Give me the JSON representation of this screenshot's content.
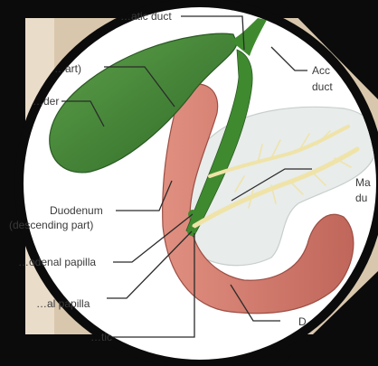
{
  "colors": {
    "background_texture": "#d9c7ad",
    "black_frame": "#0b0b0b",
    "inner_circle": "#ffffff",
    "gallbladder": "#4f8f3f",
    "bile_duct": "#3f8a2f",
    "duodenum": "#d27a6c",
    "pancreas": "#e8ecea",
    "pancreatic_ducts": "#efe3a8",
    "leader_line": "#2b2b2b",
    "label_text": "#3a3a3a"
  },
  "labels": {
    "top_duct": "…atic duct",
    "top_right_accessory": "Acc\nduct",
    "gallbladder_part": "…art)",
    "gallbladder": "…der",
    "duodenum": "Duodenum",
    "duodenum_part": "(descending part)",
    "main_duct": "Ma\ndu",
    "minor_papilla": "…odenal papilla",
    "major_papilla": "…al papilla",
    "bottom_left": "…tic",
    "bottom_right": "D"
  }
}
